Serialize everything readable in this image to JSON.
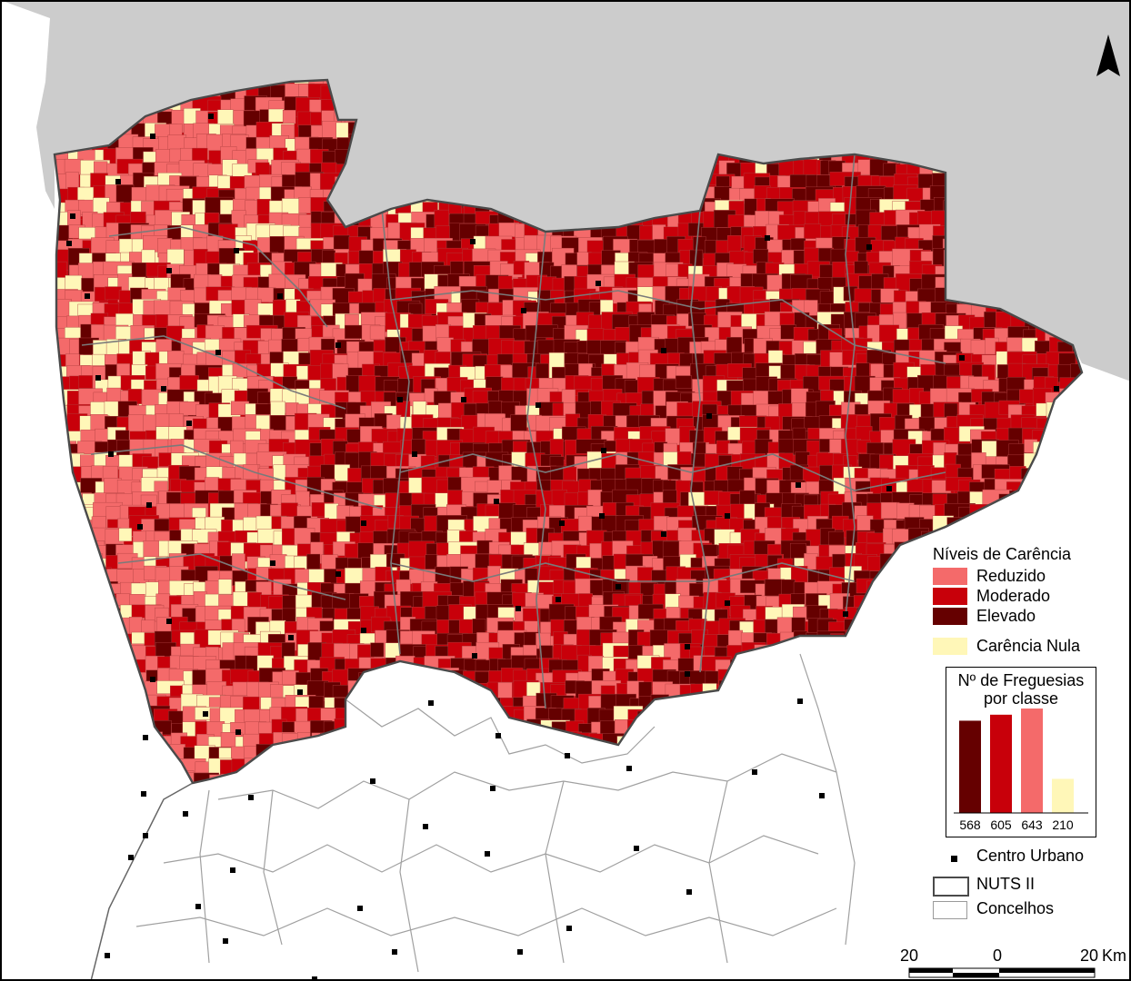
{
  "legend": {
    "title": "Níveis de Carência",
    "classes": [
      {
        "label": "Reduzido",
        "color": "#f46a6a"
      },
      {
        "label": "Moderado",
        "color": "#c8000a"
      },
      {
        "label": "Elevado",
        "color": "#650000"
      }
    ],
    "null_class": {
      "label": "Carência Nula",
      "color": "#fff7b8"
    },
    "chart_title_line1": "Nº de Freguesias",
    "chart_title_line2": "por classe",
    "symbols": {
      "centro_urbano": "Centro Urbano",
      "nuts": "NUTS II",
      "concelhos": "Concelhos"
    }
  },
  "chart_data": {
    "type": "bar",
    "title": "Nº de Freguesias por classe",
    "categories": [
      "Elevado",
      "Moderado",
      "Reduzido",
      "Carência Nula"
    ],
    "values": [
      568,
      605,
      643,
      210
    ],
    "colors": [
      "#650000",
      "#c8000a",
      "#f46a6a",
      "#fff7b8"
    ],
    "ylim": [
      0,
      660
    ]
  },
  "scale_bar": {
    "left": "20",
    "mid": "0",
    "right": "20",
    "unit": "Km"
  },
  "map_colors": {
    "sea": "#cccccc",
    "outside": "#ffffff",
    "border": "#808080",
    "nuts": "#4a4a4a"
  }
}
